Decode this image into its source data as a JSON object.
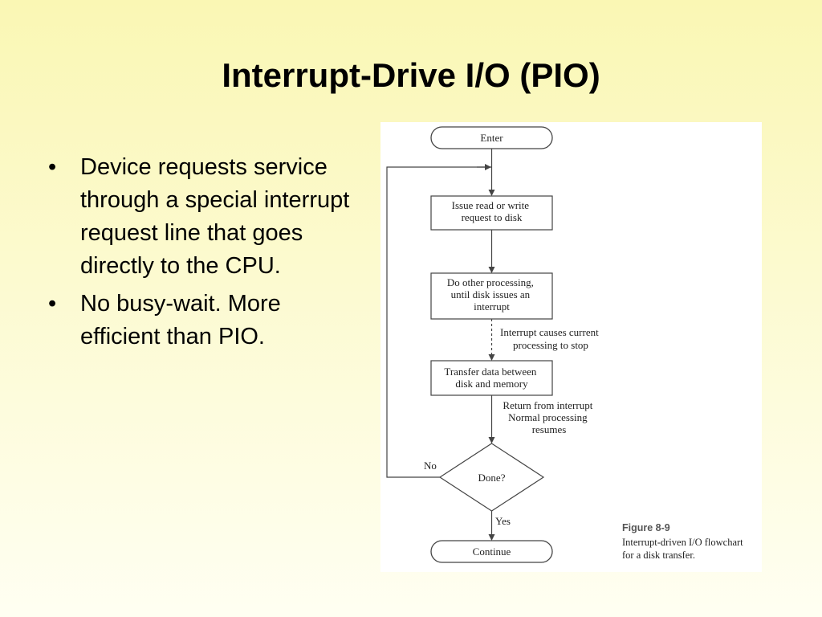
{
  "slide": {
    "title": "Interrupt-Drive I/O (PIO)",
    "bullets": [
      "Device requests service through a special interrupt request line that goes directly to the CPU.",
      "No busy-wait. More efficient than PIO."
    ]
  },
  "flowchart": {
    "enter": "Enter",
    "issue": [
      "Issue read or write",
      "request to disk"
    ],
    "other": [
      "Do other processing,",
      "until disk issues an",
      "interrupt"
    ],
    "interrupt_note": [
      "Interrupt causes current",
      "processing to stop"
    ],
    "transfer": [
      "Transfer data between",
      "disk and memory"
    ],
    "return_note": [
      "Return from interrupt",
      "Normal processing",
      "resumes"
    ],
    "done": "Done?",
    "no": "No",
    "yes": "Yes",
    "continue": "Continue"
  },
  "caption": {
    "figure": "Figure 8-9",
    "lines": [
      "Interrupt-driven I/O flowchart",
      "for a disk transfer."
    ]
  },
  "colors": {
    "line": "#444444",
    "caption_title": "#555555"
  }
}
